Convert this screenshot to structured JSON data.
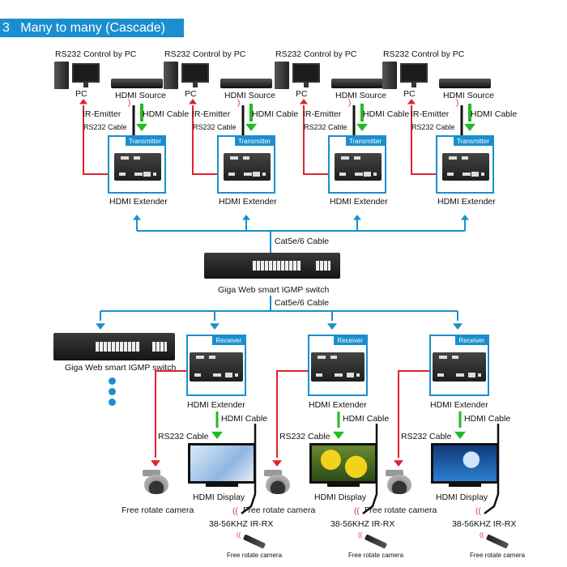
{
  "title": "3   Many to many (Cascade)",
  "colors": {
    "accent": "#1a8fcf",
    "rs232": "#e0222d",
    "hdmi": "#22bb22",
    "ir": "#111111"
  },
  "transmitters": [
    {
      "control_label": "RS232 Control by PC",
      "pc_label": "PC",
      "source_label": "HDMI Source",
      "ir_label": "IR-Emitter",
      "hdmi_label": "HDMI Cable",
      "rs232_label": "RS232 Cable",
      "box_tag": "Transmitter",
      "device_label": "HDMI Extender"
    },
    {
      "control_label": "RS232 Control by PC",
      "pc_label": "PC",
      "source_label": "HDMI Source",
      "ir_label": "IR-Emitter",
      "hdmi_label": "HDMI Cable",
      "rs232_label": "RS232 Cable",
      "box_tag": "Transmitter",
      "device_label": "HDMI Extender"
    },
    {
      "control_label": "RS232 Control by PC",
      "pc_label": "PC",
      "source_label": "HDMI Source",
      "ir_label": "IR-Emitter",
      "hdmi_label": "HDMI Cable",
      "rs232_label": "RS232 Cable",
      "box_tag": "Transmitter",
      "device_label": "HDMI Extender"
    },
    {
      "control_label": "RS232 Control by PC",
      "pc_label": "PC",
      "source_label": "HDMI Source",
      "ir_label": "IR-Emitter",
      "hdmi_label": "HDMI Cable",
      "rs232_label": "RS232 Cable",
      "box_tag": "Transmitter",
      "device_label": "HDMI Extender"
    }
  ],
  "network": {
    "cable_top": "Cat5e/6 Cable",
    "switch_label": "Giga Web smart IGMP switch",
    "cable_bottom": "Cat5e/6 Cable",
    "cascade_switch_label": "Giga Web smart IGMP switch"
  },
  "receivers": [
    {
      "box_tag": "Receiver",
      "device_label": "HDMI Extender",
      "hdmi_label": "HDMI Cable",
      "rs232_label": "RS232 Cable",
      "display_label": "HDMI Display",
      "camera_label": "Free rotate camera",
      "ir_label": "38-56KHZ IR-RX",
      "remote_label": "Free rotate camera",
      "screen": "balloons"
    },
    {
      "box_tag": "Receiver",
      "device_label": "HDMI Extender",
      "hdmi_label": "HDMI Cable",
      "rs232_label": "RS232 Cable",
      "display_label": "HDMI Display",
      "camera_label": "Free rotate camera",
      "ir_label": "38-56KHZ IR-RX",
      "remote_label": "Free rotate camera",
      "screen": "fish"
    },
    {
      "box_tag": "Receiver",
      "device_label": "HDMI Extender",
      "hdmi_label": "HDMI Cable",
      "rs232_label": "RS232 Cable",
      "display_label": "HDMI Display",
      "camera_label": "Free rotate camera",
      "ir_label": "38-56KHZ IR-RX",
      "remote_label": "Free rotate camera",
      "screen": "ice-princess"
    }
  ]
}
